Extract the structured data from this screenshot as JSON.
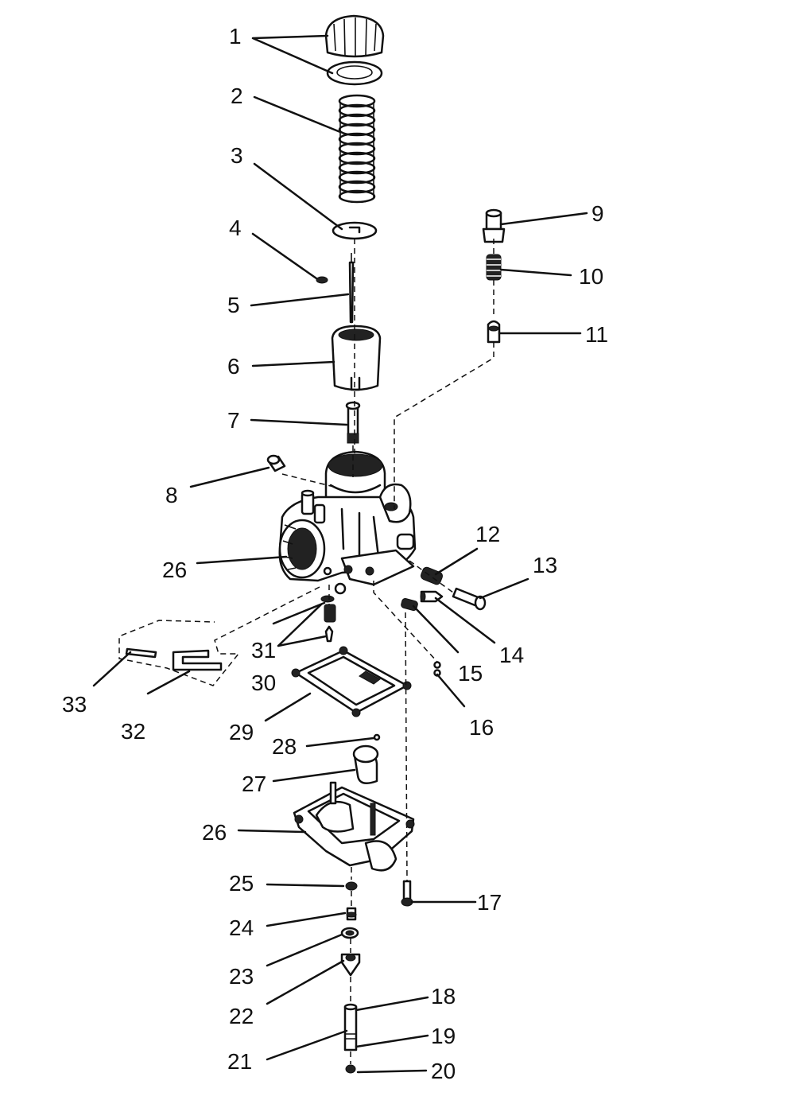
{
  "callouts": [
    "1",
    "2",
    "3",
    "4",
    "5",
    "6",
    "7",
    "8",
    "9",
    "10",
    "11",
    "12",
    "13",
    "14",
    "15",
    "16",
    "17",
    "18",
    "19",
    "20",
    "21",
    "22",
    "23",
    "24",
    "25",
    "26",
    "26",
    "27",
    "28",
    "29",
    "30",
    "31",
    "32",
    "33"
  ]
}
